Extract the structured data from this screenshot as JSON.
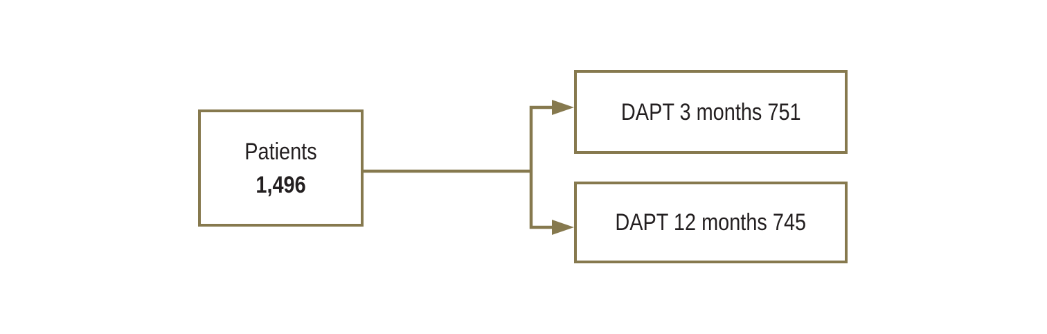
{
  "diagram": {
    "colors": {
      "line": "#86794E",
      "box_border": "#86794E",
      "text": "#231F20",
      "background": "#FFFFFF"
    },
    "root_box": {
      "label": "Patients",
      "value": "1,496"
    },
    "branches": [
      {
        "text": "DAPT 3 months 751"
      },
      {
        "text": "DAPT 12 months 745"
      }
    ]
  }
}
